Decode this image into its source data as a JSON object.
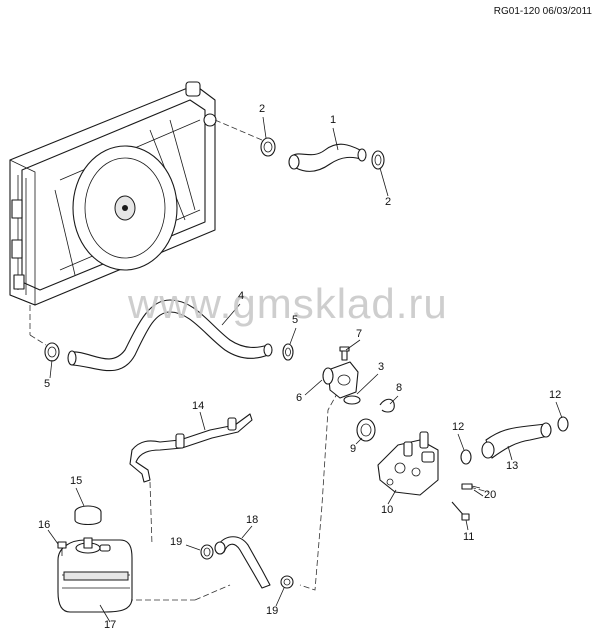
{
  "diagram": {
    "reference_code": "RG01-120 06/03/2011",
    "watermark": "www.gmsklad.ru",
    "callouts": [
      "1",
      "2",
      "2",
      "3",
      "4",
      "5",
      "5",
      "6",
      "7",
      "8",
      "9",
      "10",
      "11",
      "12",
      "12",
      "13",
      "14",
      "15",
      "16",
      "17",
      "18",
      "19",
      "19",
      "20"
    ]
  }
}
